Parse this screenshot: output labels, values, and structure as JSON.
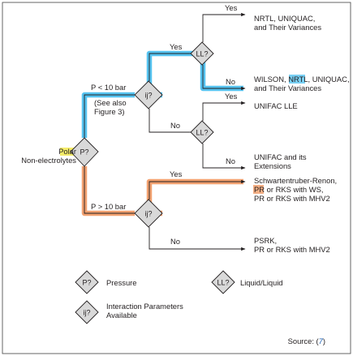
{
  "nodes": {
    "pressure": "P?",
    "ij_low": "ij?",
    "ij_high": "ij?",
    "ll_top": "LL?",
    "ll_mid": "LL?"
  },
  "edges": {
    "p_low": "P < 10 bar",
    "see_also_1": "(See also",
    "see_also_2": "Figure 3)",
    "p_high": "P > 10 bar",
    "yes": "Yes",
    "no": "No"
  },
  "inputs": {
    "line1": "Polar",
    "line2": "Non-electrolytes"
  },
  "outcomes": {
    "nrtl": [
      "NRTL, UNIQUAC,",
      "and Their Variances"
    ],
    "wilson_prefix": "WILSON, ",
    "wilson_hl": "NRTL",
    "wilson_suffix": ", UNIQUAC,",
    "wilson_line2": "and Their Variances",
    "unifac_lle": "UNIFAC LLE",
    "unifac_ext": [
      "UNIFAC and its",
      "Extensions"
    ],
    "sr_line1": "Schwartentruber-Renon,",
    "sr_hl": "PR",
    "sr_line2_rest": " or RKS with WS,",
    "sr_line3": "PR or RKS with MHV2",
    "psrk": [
      "PSRK,",
      "PR or RKS with MHV2"
    ]
  },
  "legend": {
    "pressure_symbol": "P?",
    "pressure_label": "Pressure",
    "ll_symbol": "LL?",
    "ll_label": "Liquid/Liquid",
    "ij_symbol": "ij?",
    "ij_label_1": "Interaction Parameters",
    "ij_label_2": "Available"
  },
  "source": {
    "prefix": "Source: (",
    "ref": "7",
    "suffix": ")"
  },
  "colors": {
    "highlight_blue": "#56c3f0",
    "highlight_orange": "#f2a170",
    "highlight_yellow": "#f5ec6a",
    "diamond_fill": "#d9d9d9",
    "source_ref": "#1a5fb4"
  }
}
